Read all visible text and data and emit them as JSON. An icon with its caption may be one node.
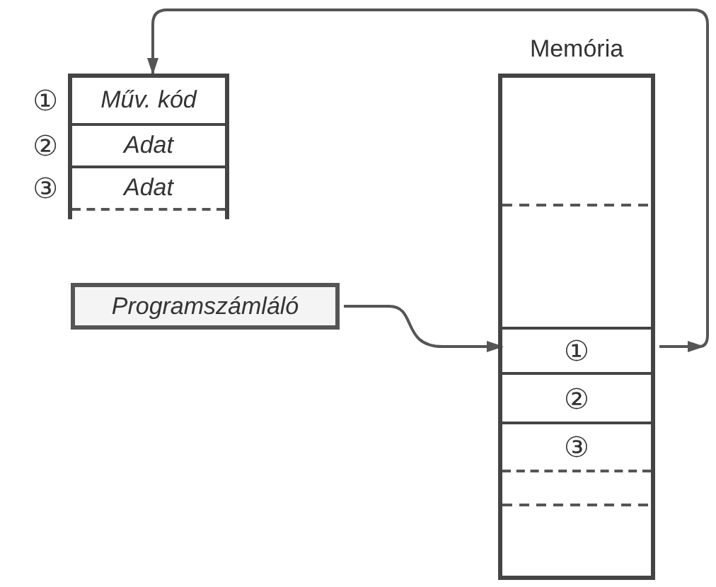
{
  "diagram": {
    "nodes": [
      {
        "text": [],
        "shape": "box"
      },
      {
        "text": [
          "Műv. kód"
        ],
        "in": 0,
        "beside": [
          "①"
        ]
      },
      {
        "text": [
          "Adat"
        ],
        "in": 0,
        "beside": [
          "②"
        ]
      },
      {
        "text": [
          "Adat"
        ],
        "in": 0,
        "beside": [
          "③"
        ]
      },
      {
        "text": [
          "Programszámláló"
        ]
      },
      {
        "text": [
          "Memória"
        ]
      },
      {
        "text": [
          "①"
        ],
        "in": 5
      },
      {
        "text": [
          "②"
        ],
        "in": 5
      },
      {
        "text": [
          "③"
        ],
        "in": 5
      }
    ],
    "edges": [
      {
        "from": 4,
        "to": 6,
        "arrow": "to"
      },
      {
        "from": 6,
        "to": 0,
        "arrow": "to"
      }
    ]
  }
}
